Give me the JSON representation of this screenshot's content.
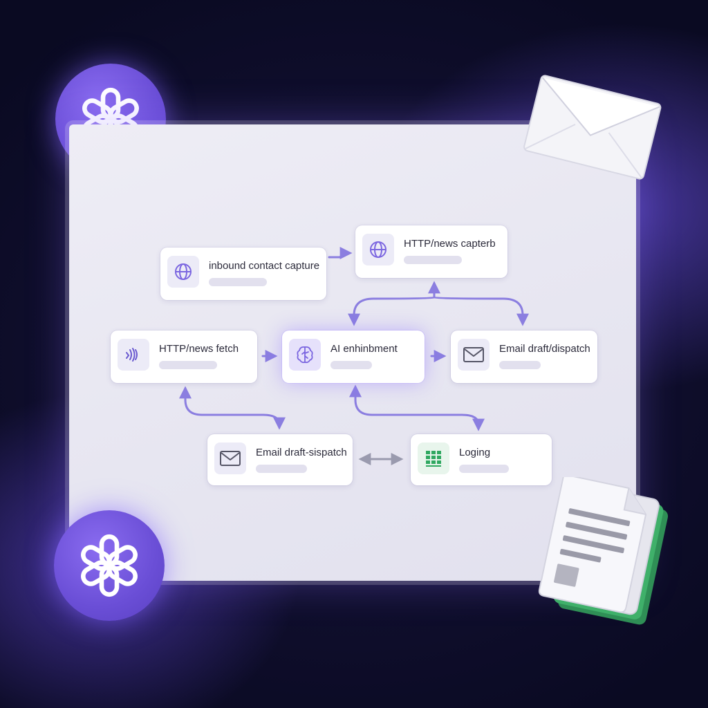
{
  "nodes": {
    "inbound": {
      "label": "inbound contact capture",
      "icon": "globe-icon"
    },
    "capture": {
      "label": "HTTP/news capterb",
      "icon": "globe-icon"
    },
    "fetch": {
      "label": "HTTP/news fetch",
      "icon": "signal-icon"
    },
    "ai": {
      "label": "AI enhinbment",
      "icon": "brain-icon"
    },
    "email_right": {
      "label": "Email draft/dispatch",
      "icon": "mail-icon"
    },
    "email_bottom": {
      "label": "Email draft-sispatch",
      "icon": "mail-icon"
    },
    "logging": {
      "label": "Loging",
      "icon": "spreadsheet-icon"
    }
  },
  "decor": {
    "badges": [
      "openai-knot-icon",
      "openai-knot-icon"
    ],
    "envelope": "envelope-icon",
    "documents": "document-stack-icon"
  },
  "colors": {
    "accent": "#7b66e0",
    "arrow": "#8b7ee0",
    "sheet_green": "#2fa860",
    "badge": "#6a4ed6"
  }
}
